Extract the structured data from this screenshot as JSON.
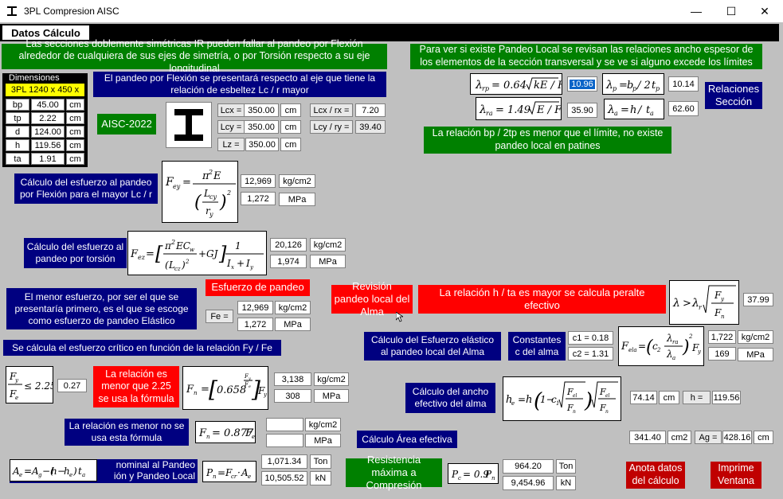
{
  "window": {
    "title": "3PL Compresion AISC",
    "minimize": "—",
    "maximize": "☐",
    "close": "✕"
  },
  "tab": "Datos Cálculo",
  "intro": {
    "flexion_torsion": "Las secciones doblemente simétricas IR pueden fallar al pandeo por Flexión alrededor de cualquiera de sus ejes de simetría, o por Torsión respecto a su eje longitudinal",
    "local": "Para ver si existe Pandeo Local se revisan las relaciones ancho espesor de los elementos de la sección transversal y se ve si alguno excede los límites"
  },
  "dimensiones": {
    "header": "Dimensiones",
    "section": "3PL 1240 x 450 x",
    "rows": [
      {
        "label": "bp",
        "value": "45.00",
        "unit": "cm"
      },
      {
        "label": "tp",
        "value": "2.22",
        "unit": "cm"
      },
      {
        "label": "d",
        "value": "124.00",
        "unit": "cm"
      },
      {
        "label": "h",
        "value": "119.56",
        "unit": "cm"
      },
      {
        "label": "ta",
        "value": "1.91",
        "unit": "cm"
      }
    ]
  },
  "flexion_note": "El pandeo por Flexión se presentará respecto al eje que tiene la relación de esbeltez Lc / r mayor",
  "code": "AISC-2022",
  "lengths": [
    {
      "label": "Lcx =",
      "value": "350.00",
      "unit": "cm"
    },
    {
      "label": "Lcy =",
      "value": "350.00",
      "unit": "cm"
    },
    {
      "label": "Lz =",
      "value": "350.00",
      "unit": "cm"
    }
  ],
  "slenderness": [
    {
      "label": "Lcx / rx =",
      "value": "7.20"
    },
    {
      "label": "Lcy / ry =",
      "value": "39.40"
    }
  ],
  "local": {
    "lambda_rp": "10.96",
    "lambda_p": "10.14",
    "lambda_ra": "35.90",
    "lambda_a": "62.60",
    "relaciones": "Relaciones Sección",
    "patines_msg": "La relación bp / 2tp es menor que el límite, no existe pandeo local en patines"
  },
  "fey": {
    "label": "Cálculo del esfuerzo al pandeo por Flexión para el mayor Lc / r",
    "kg": "12,969",
    "kg_unit": "kg/cm2",
    "mpa": "1,272",
    "mpa_unit": "MPa"
  },
  "fez": {
    "label": "Cálculo del esfuerzo al pandeo por torsión",
    "kg": "20,126",
    "kg_unit": "kg/cm2",
    "mpa": "1,974",
    "mpa_unit": "MPa"
  },
  "fe": {
    "label": "El menor esfuerzo, por ser el que se presentaría primero,  es el que se escoge como esfuerzo de pandeo Elástico",
    "title": "Esfuerzo  de pandeo",
    "name": "Fe =",
    "kg": "12,969",
    "kg_unit": "kg/cm2",
    "mpa": "1,272",
    "mpa_unit": "MPa"
  },
  "alma": {
    "revision": "Revisión pandeo local del Alma",
    "msg": "La relación h / ta es mayor se calcula peralte efectivo",
    "lambda_value": "37.99",
    "elastic_label": "Cálculo del Esfuerzo elástico al pandeo local del Alma",
    "constantes": "Constantes c del alma",
    "c1": "c1 = 0.18",
    "c2": "c2 = 1.31",
    "fel_kg": "1,722",
    "fel_kg_unit": "kg/cm2",
    "fel_mpa": "169",
    "fel_mpa_unit": "MPa"
  },
  "critico_msg": "Se cálcula el esfuerzo crítico en función de la relación  Fy / Fe",
  "ratio": "0.27",
  "caso1": {
    "msg": "La relación es menor que 2.25 se usa la fórmula",
    "kg": "3,138",
    "kg_unit": "kg/cm2",
    "mpa": "308",
    "mpa_unit": "MPa"
  },
  "caso2": {
    "msg": "La relación es menor no se usa esta fórmula",
    "kg": "",
    "kg_unit": "kg/cm2",
    "mpa": "",
    "mpa_unit": "MPa"
  },
  "ancho": {
    "label": "Cálculo del ancho efectivo del alma",
    "he": "74.14",
    "he_unit": "cm",
    "h_label": "h =",
    "h": "119.56"
  },
  "area": {
    "label": "Cálculo Área efectiva",
    "ae": "341.40",
    "ae_unit": "cm2",
    "ag_label": "Ag =",
    "ag": "428.16",
    "ag_unit": "cm"
  },
  "pn": {
    "label_a": "al Pandeo",
    "label_b": "ión y Pandeo Local",
    "label_c": "nominal",
    "ton": "1,071.34",
    "ton_unit": "Ton",
    "kn": "10,505.52",
    "kn_unit": "kN"
  },
  "pc": {
    "label": "Resistencia máxima a Compresión",
    "ton": "964.20",
    "ton_unit": "Ton",
    "kn": "9,454.96",
    "kn_unit": "kN"
  },
  "buttons": {
    "anota": "Anota datos del cálculo",
    "imprime": "Imprime Ventana"
  }
}
